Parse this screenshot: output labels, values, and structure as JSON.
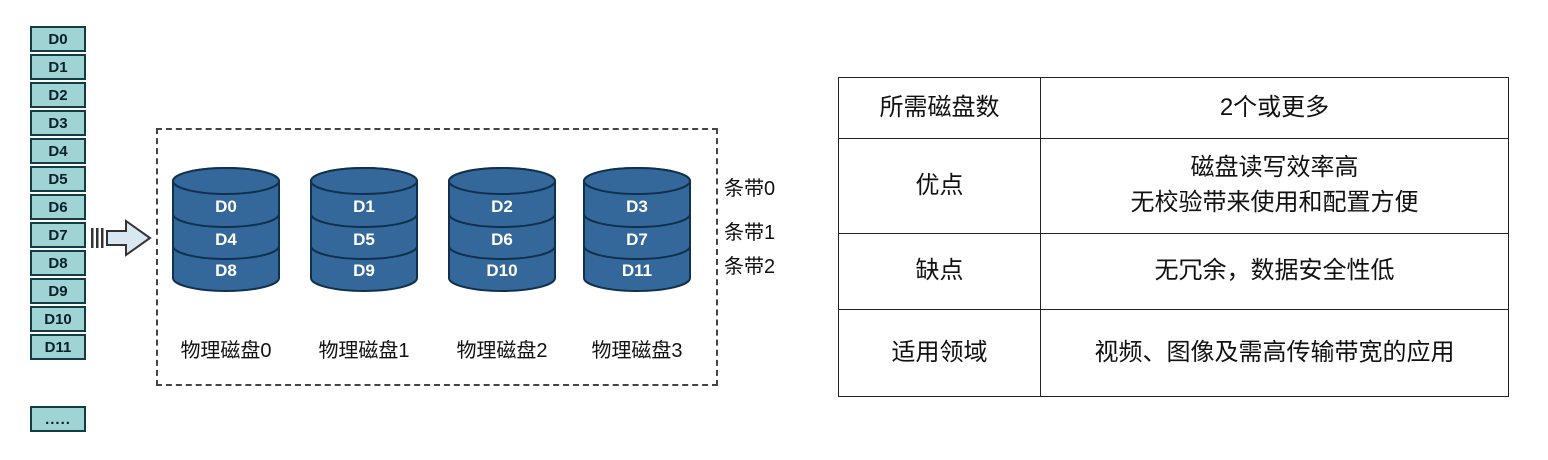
{
  "left_stack": {
    "blocks": [
      "D0",
      "D1",
      "D2",
      "D3",
      "D4",
      "D5",
      "D6",
      "D7",
      "D8",
      "D9",
      "D10",
      "D11"
    ],
    "more": "....."
  },
  "diagram": {
    "disks": [
      {
        "label": "物理磁盘0",
        "blocks": [
          "D0",
          "D4",
          "D8"
        ]
      },
      {
        "label": "物理磁盘1",
        "blocks": [
          "D1",
          "D5",
          "D9"
        ]
      },
      {
        "label": "物理磁盘2",
        "blocks": [
          "D2",
          "D6",
          "D10"
        ]
      },
      {
        "label": "物理磁盘3",
        "blocks": [
          "D3",
          "D7",
          "D11"
        ]
      }
    ],
    "stripes": [
      "条带0",
      "条带1",
      "条带2"
    ]
  },
  "table": {
    "rows": [
      {
        "label": "所需磁盘数",
        "value": "2个或更多"
      },
      {
        "label": "优点",
        "value_lines": [
          "磁盘读写效率高",
          "无校验带来使用和配置方便"
        ]
      },
      {
        "label": "缺点",
        "value": "无冗余，数据安全性低"
      },
      {
        "label": "适用领域",
        "value": "视频、图像及需高传输带宽的应用"
      }
    ]
  },
  "colors": {
    "block_fill": "#9fd3d4",
    "disk_fill": "#35689a",
    "disk_stroke": "#10304f"
  }
}
